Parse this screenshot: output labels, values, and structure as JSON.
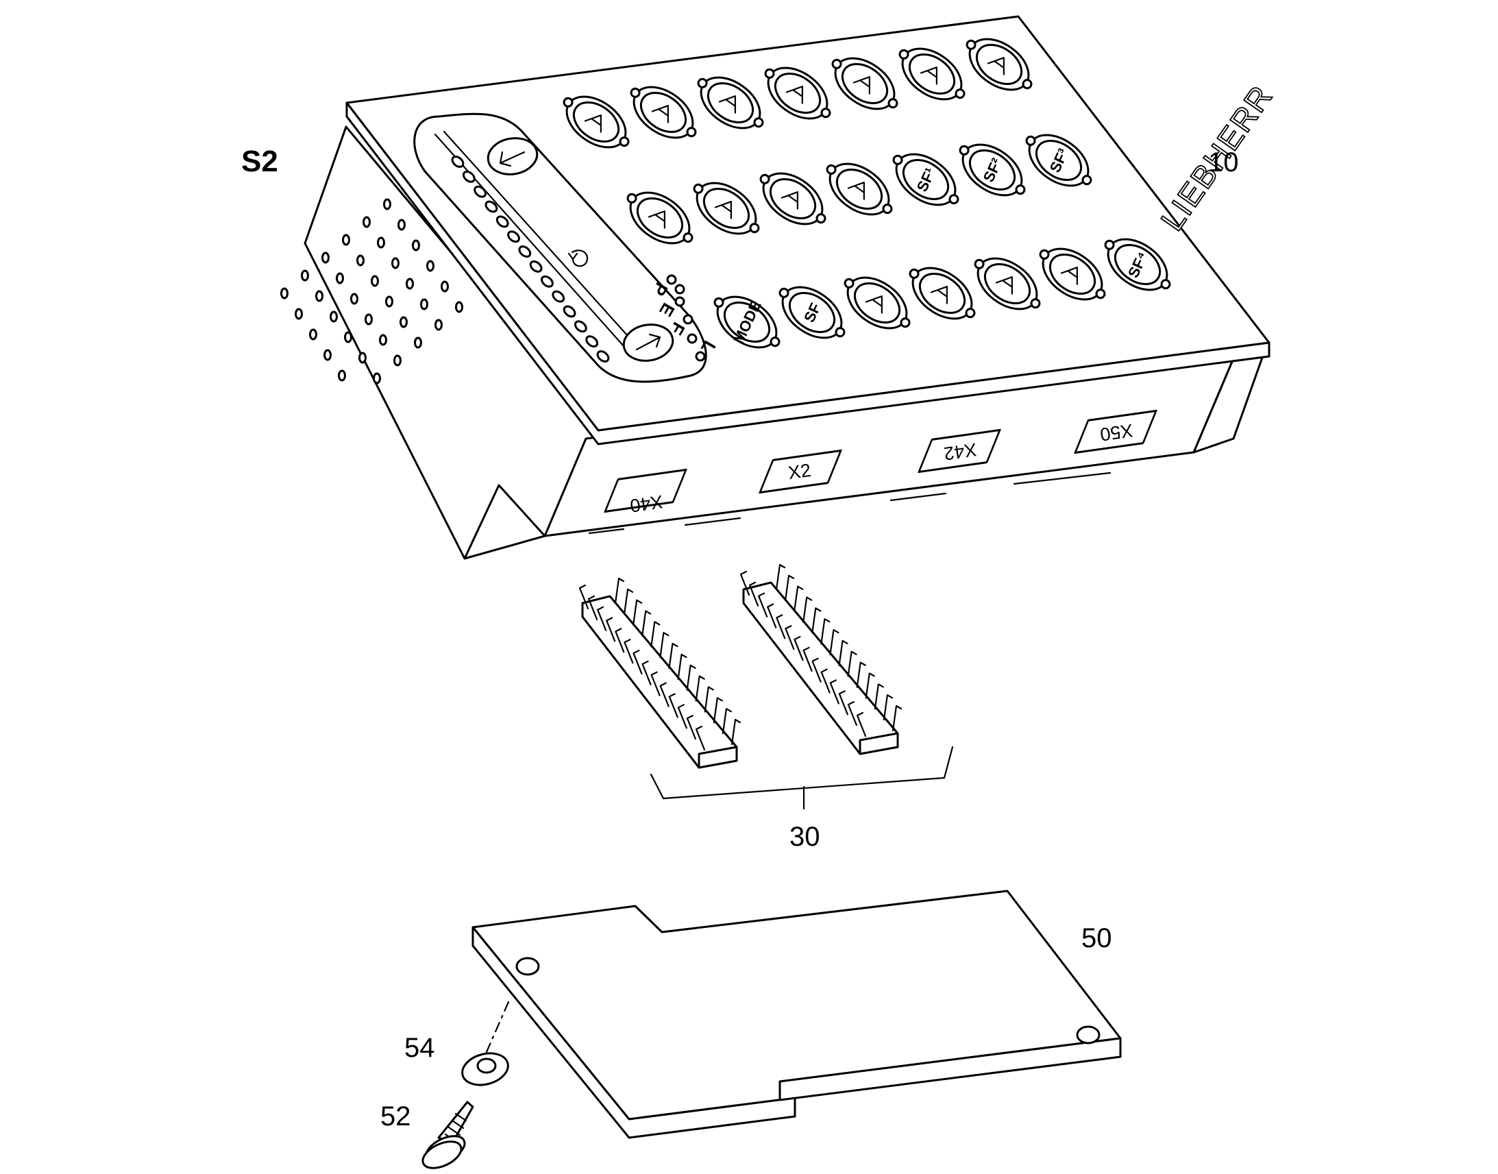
{
  "diagram": {
    "assembly_label": "S2",
    "brand": "LIEBHERR",
    "callouts": {
      "housing": "10",
      "connectors": "30",
      "board": "50",
      "washer": "54",
      "screw": "52"
    },
    "sockets": [
      "X40",
      "X2",
      "X42",
      "X50"
    ],
    "key_labels": {
      "mode": "MODE",
      "sf": "SF",
      "sf1": "SF¹",
      "sf2": "SF²",
      "sf3": "SF³",
      "sf4": "SF⁴"
    },
    "led_letters": [
      "P",
      "E",
      "F",
      "L"
    ]
  }
}
